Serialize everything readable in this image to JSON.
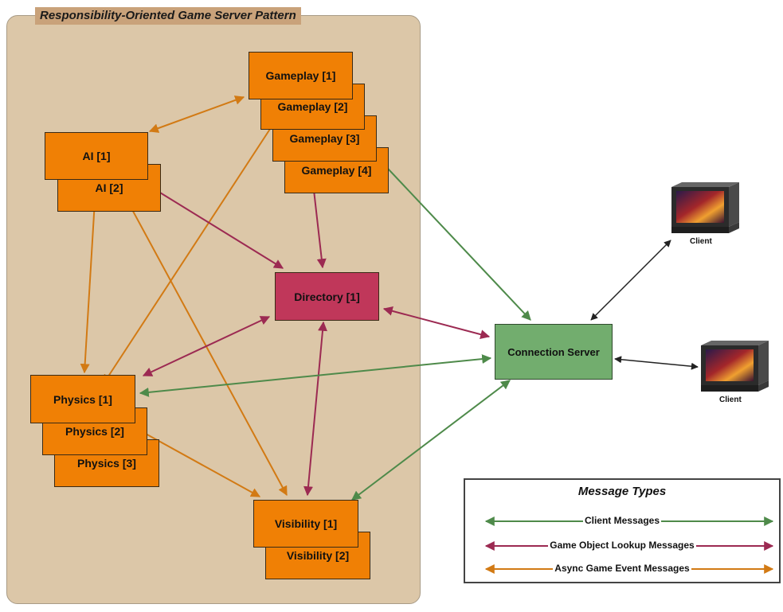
{
  "title": "Responsibility-Oriented Game Server Pattern",
  "nodes": {
    "gameplay": [
      "Gameplay [1]",
      "Gameplay [2]",
      "Gameplay [3]",
      "Gameplay [4]"
    ],
    "ai": [
      "AI [1]",
      "AI [2]"
    ],
    "directory": "Directory [1]",
    "physics": [
      "Physics [1]",
      "Physics [2]",
      "Physics [3]"
    ],
    "visibility": [
      "Visibility [1]",
      "Visibility [2]"
    ],
    "connection_server": "Connection Server",
    "clients": [
      "Client",
      "Client"
    ]
  },
  "legend": {
    "title": "Message Types",
    "items": [
      {
        "label": "Client Messages",
        "color": "#4e8a4a"
      },
      {
        "label": "Game Object Lookup Messages",
        "color": "#9c2a52"
      },
      {
        "label": "Async Game Event Messages",
        "color": "#d27a14"
      }
    ]
  },
  "colors": {
    "panel": "#dcc7a8",
    "node": "#f08005",
    "directory": "#c0375a",
    "connection": "#72ad6e",
    "client_msg": "#4e8a4a",
    "lookup_msg": "#9c2a52",
    "async_msg": "#d27a14",
    "client_link": "#222222"
  },
  "icons": [
    "computer-monitor-icon",
    "computer-monitor-icon"
  ]
}
